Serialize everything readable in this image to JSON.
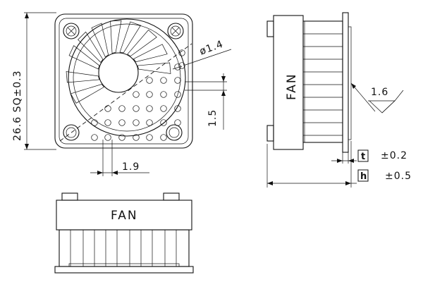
{
  "labels": {
    "size_dim": "26.6  SQ±0.3",
    "hole_dia": "ø1.4",
    "pitch_v": "1.5",
    "pitch_h": "1.9",
    "roughness": "1.6",
    "fan_side": "FAN",
    "fan_bottom": "FAN",
    "tol_t_symbol": "t",
    "tol_t_value": "±0.2",
    "tol_h_symbol": "h",
    "tol_h_value": "±0.5"
  }
}
